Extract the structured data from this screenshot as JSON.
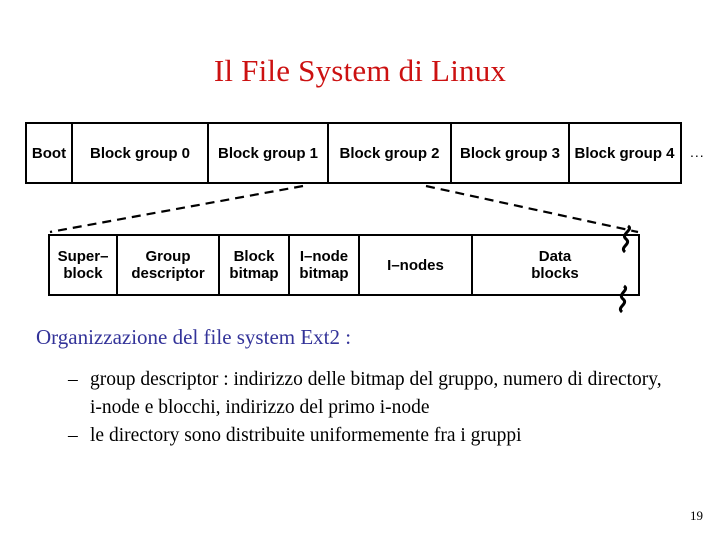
{
  "slide": {
    "title": "Il File System di Linux",
    "title_color": "#CC1111",
    "page_number": "19"
  },
  "diagram": {
    "ellipsis": "...",
    "top_row": {
      "cells": [
        {
          "label": "Boot"
        },
        {
          "label": "Block group 0"
        },
        {
          "label": "Block group 1"
        },
        {
          "label": "Block group 2"
        },
        {
          "label": "Block group 3"
        },
        {
          "label": "Block group 4"
        }
      ]
    },
    "bottom_row": {
      "cells": [
        {
          "label": "Super–\nblock"
        },
        {
          "label": "Group\ndescriptor"
        },
        {
          "label": "Block\nbitmap"
        },
        {
          "label": "I–node\nbitmap"
        },
        {
          "label": "I–nodes"
        },
        {
          "label": "Data\nblocks"
        }
      ]
    }
  },
  "body": {
    "heading": "Organizzazione del file system Ext2 :",
    "heading_color": "#333399",
    "bullet_dash": "–",
    "bullets": [
      "group descriptor : indirizzo delle bitmap del gruppo, numero di directory, i-node e blocchi, indirizzo del primo i-node",
      "le directory sono distribuite uniformemente fra i gruppi"
    ]
  }
}
